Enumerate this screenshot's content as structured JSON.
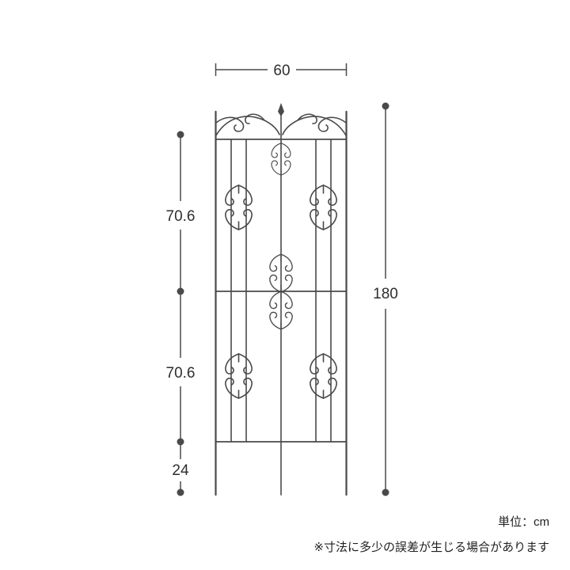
{
  "page": {
    "background": "#ffffff"
  },
  "diagram": {
    "type": "product-dimension-diagram",
    "subject": "iron-garden-trellis-fence",
    "line_color": "#4a4a4a",
    "text_color": "#2e2e2e",
    "dimensions": {
      "width": "60",
      "height": "180",
      "upper_section": "70.6",
      "lower_section": "70.6",
      "leg_section": "24"
    },
    "notes": {
      "unit": "単位：cm",
      "tolerance": "※寸法に多少の誤差が生じる場合があります"
    }
  }
}
